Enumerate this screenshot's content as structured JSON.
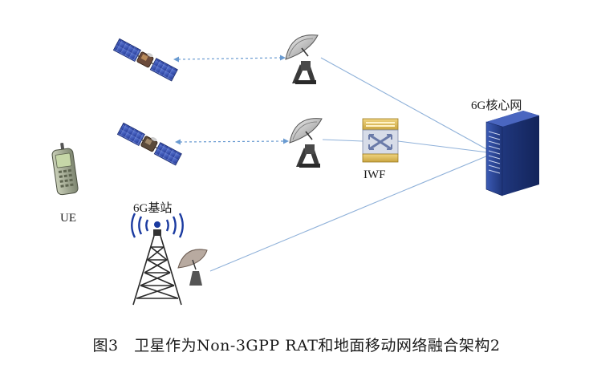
{
  "labels": {
    "core_network": "6G核心网",
    "iwf": "IWF",
    "ue": "UE",
    "base_station": "6G基站"
  },
  "caption": "图3　卫星作为Non-3GPP RAT和地面移动网络融合架构2",
  "icons": [
    "satellite-icon",
    "ground-station-dish-icon",
    "iwf-router-icon",
    "server-rack-icon",
    "mobile-phone-icon",
    "cell-tower-icon"
  ],
  "colors": {
    "link_line": "#8fb1d9",
    "dashed_link": "#6a9bd1",
    "server": "#2f4a9c",
    "solar_panel": "#3a55b8"
  }
}
